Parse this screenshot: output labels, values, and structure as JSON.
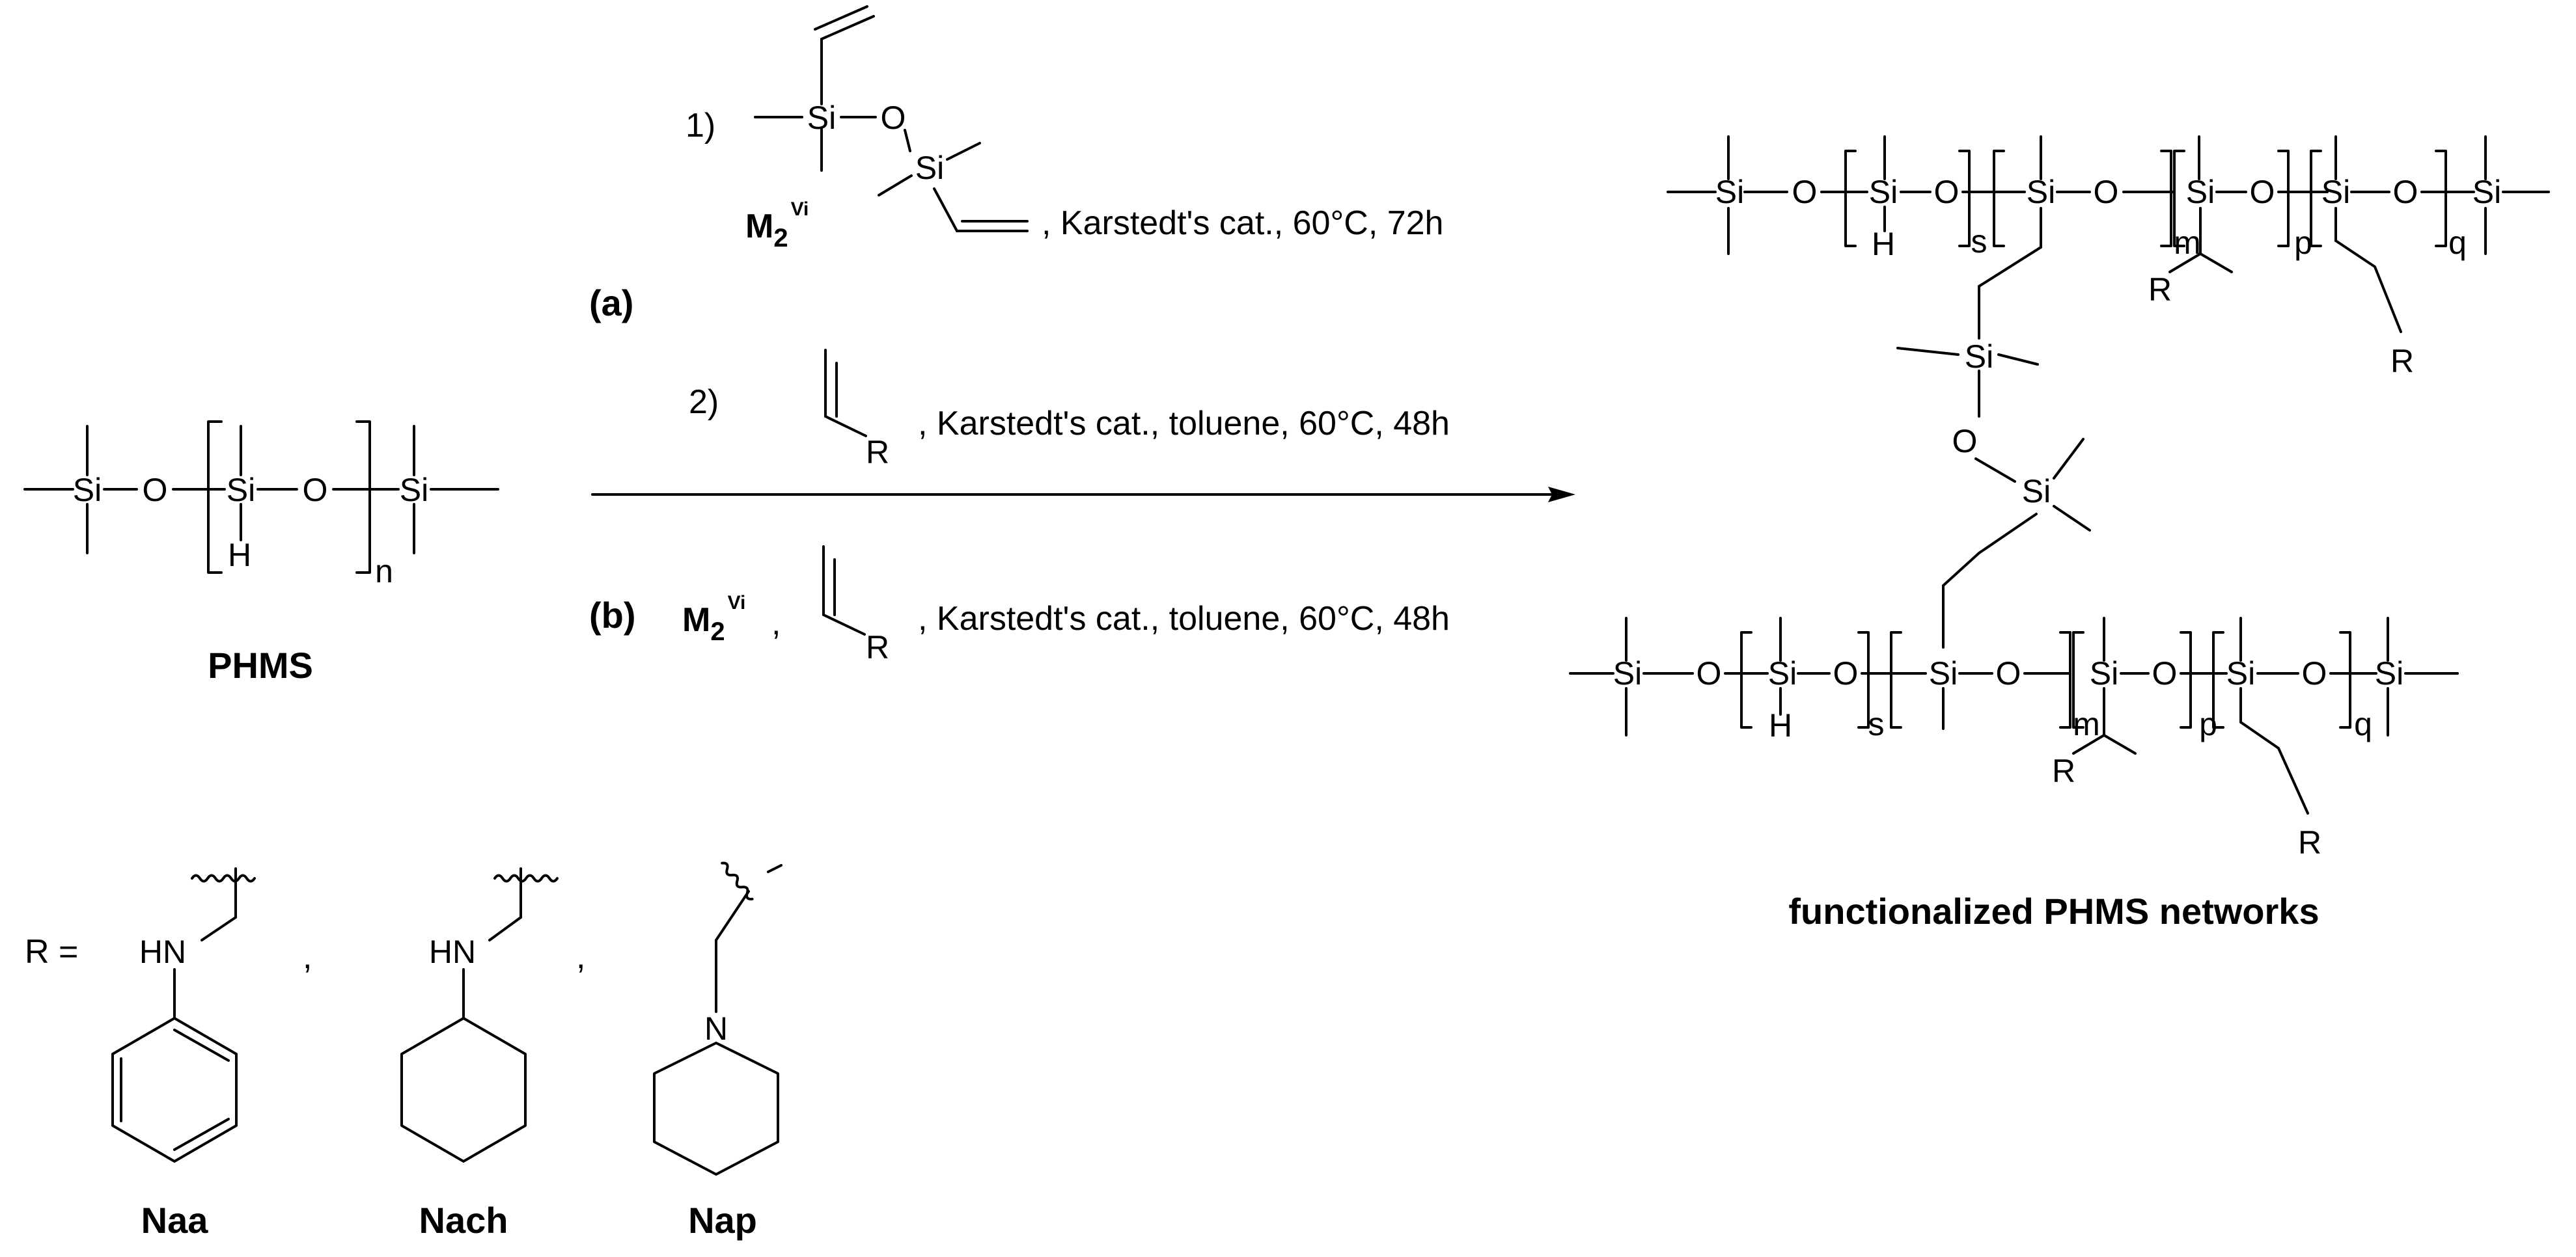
{
  "reactant": {
    "atoms": {
      "si": "Si",
      "o": "O",
      "h": "H"
    },
    "repeat_sub": "n",
    "name": "PHMS"
  },
  "step_a": {
    "label": "(a)",
    "step1_number": "1)",
    "step1_compound_base": "M",
    "step1_compound_sub": "2",
    "step1_compound_sup": "Vi",
    "step1_conditions": ", Karstedt's cat., 60°C, 72h",
    "step2_number": "2)",
    "step2_r": "R",
    "step2_conditions": ", Karstedt's cat., toluene, 60°C, 48h"
  },
  "step_b": {
    "label": "(b)",
    "compound_base": "M",
    "compound_sub": "2",
    "compound_sup": "Vi",
    "separator": ",",
    "r": "R",
    "conditions": ", Karstedt's cat., toluene, 60°C, 48h"
  },
  "product": {
    "subscripts": [
      "s",
      "m",
      "p",
      "q"
    ],
    "r_group": "R",
    "name": "functionalized PHMS networks"
  },
  "r_groups": {
    "prefix": "R =",
    "separator": ",",
    "hn": "HN",
    "n": "N",
    "names": [
      "Naa",
      "Nach",
      "Nap"
    ]
  }
}
